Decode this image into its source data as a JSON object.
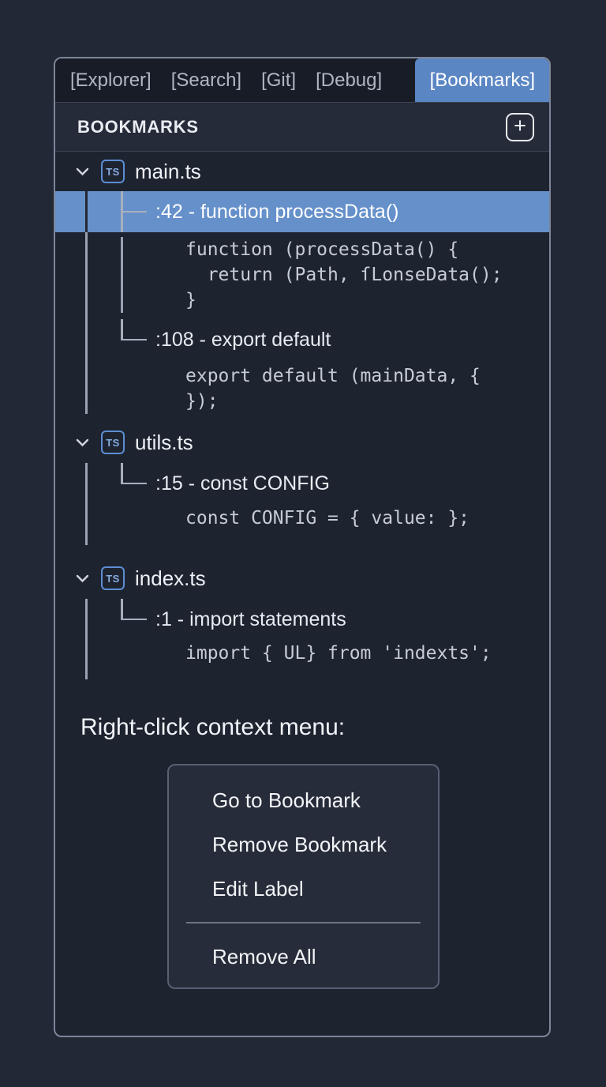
{
  "tabs": {
    "items": [
      {
        "label": "[Explorer]"
      },
      {
        "label": "[Search]"
      },
      {
        "label": "[Git]"
      },
      {
        "label": "[Debug]"
      },
      {
        "label": "[Bookmarks]"
      }
    ],
    "active": "[Bookmarks]"
  },
  "panel": {
    "title": "BOOKMARKS",
    "add_button": "+"
  },
  "tree": {
    "files": [
      {
        "name": "main.ts",
        "icon": "TS",
        "bookmarks": [
          {
            "label": ":42 - function processData()",
            "selected": true,
            "code": [
              "function (processData() {",
              "  return (Path, ſLonseData();",
              "}"
            ]
          },
          {
            "label": ":108 - export default",
            "selected": false,
            "code": [
              "export default (mainData, {",
              "});"
            ]
          }
        ]
      },
      {
        "name": "utils.ts",
        "icon": "TS",
        "bookmarks": [
          {
            "label": ":15 - const CONFIG",
            "selected": false,
            "code": [
              "const CONFIG = { value: };"
            ]
          }
        ]
      },
      {
        "name": "index.ts",
        "icon": "TS",
        "bookmarks": [
          {
            "label": ":1 - import statements",
            "selected": false,
            "code": [
              "import { UL} from 'indexts';"
            ]
          }
        ]
      }
    ]
  },
  "context_menu": {
    "heading": "Right-click context menu:",
    "items": [
      "Go to Bookmark",
      "Remove Bookmark",
      "Edit Label"
    ],
    "remove_all": "Remove All"
  },
  "colors": {
    "accent_blue": "#5b86c4",
    "selection_blue": "#6590ca",
    "panel_background": "#1e2330",
    "page_background": "#232836"
  }
}
